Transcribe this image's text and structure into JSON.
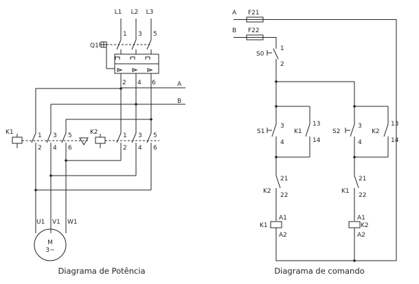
{
  "power": {
    "caption": "Diagrama de Potência",
    "lines": [
      "L1",
      "L2",
      "L3"
    ],
    "breaker": "Q1",
    "breaker_terminals_top": [
      "1",
      "3",
      "5"
    ],
    "breaker_terminals_bottom": [
      "2",
      "4",
      "6"
    ],
    "control_feeds": [
      "A",
      "B"
    ],
    "contactor_k1": "K1",
    "contactor_k2": "K2",
    "k1_terminals_top": [
      "1",
      "3",
      "5"
    ],
    "k1_terminals_bottom": [
      "2",
      "4",
      "6"
    ],
    "k2_terminals_top": [
      "1",
      "3",
      "5"
    ],
    "k2_terminals_bottom": [
      "2",
      "4",
      "6"
    ],
    "motor_terminals": [
      "U1",
      "V1",
      "W1"
    ],
    "motor_letter": "M",
    "motor_phase": "3~"
  },
  "command": {
    "caption": "Diagrama de comando",
    "feed_a": "A",
    "feed_b": "B",
    "fuse_a": "F21",
    "fuse_b": "F22",
    "stop_button": "S0",
    "stop_terminals": [
      "1",
      "2"
    ],
    "rung1": {
      "button": "S1",
      "button_terminals": [
        "3",
        "4"
      ],
      "seal_contact": "K1",
      "seal_terminals": [
        "13",
        "14"
      ],
      "interlock": "K2",
      "interlock_terminals": [
        "21",
        "22"
      ],
      "coil": "K1",
      "coil_terminals": [
        "A1",
        "A2"
      ]
    },
    "rung2": {
      "button": "S2",
      "button_terminals": [
        "3",
        "4"
      ],
      "seal_contact": "K2",
      "seal_terminals": [
        "13",
        "14"
      ],
      "interlock": "K1",
      "interlock_terminals": [
        "21",
        "22"
      ],
      "coil": "K2",
      "coil_terminals": [
        "A1",
        "A2"
      ]
    }
  }
}
